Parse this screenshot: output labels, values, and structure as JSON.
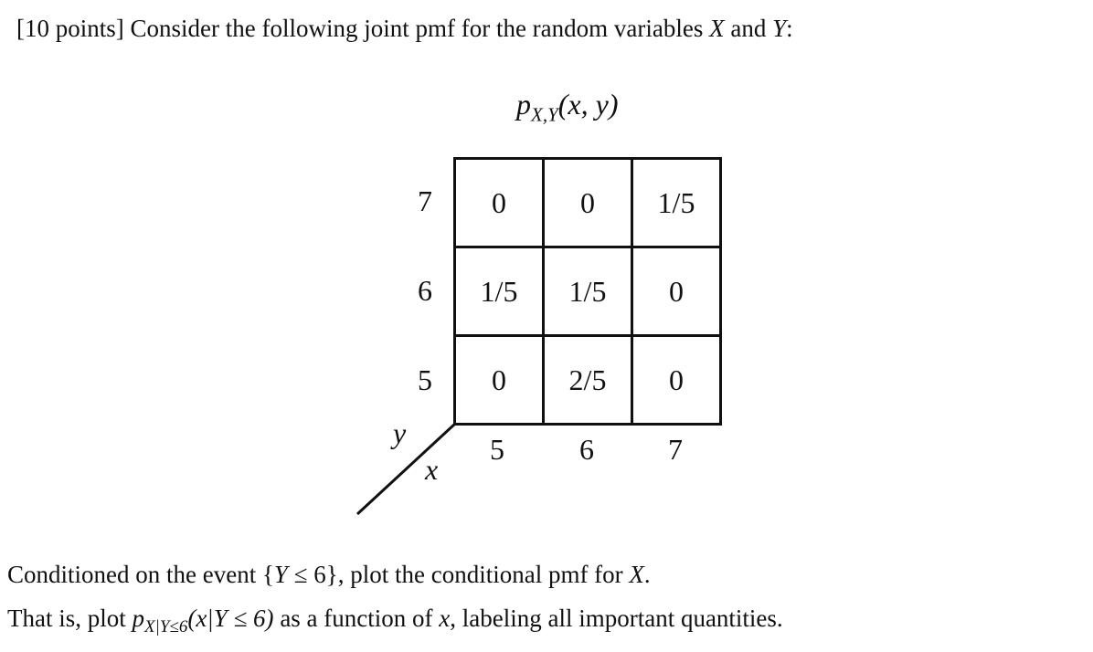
{
  "question": {
    "points": "[10 points]",
    "intro": "Consider the following joint pmf for the random variables",
    "var_x": "X",
    "and": "and",
    "var_y": "Y",
    "colon": ":"
  },
  "formula": {
    "p": "p",
    "sub": "X,Y",
    "args": "(x, y)"
  },
  "y_values": [
    "7",
    "6",
    "5"
  ],
  "x_values": [
    "5",
    "6",
    "7"
  ],
  "axis": {
    "y_name": "y",
    "x_name": "x"
  },
  "table": [
    [
      "0",
      "0",
      "1/5"
    ],
    [
      "1/5",
      "1/5",
      "0"
    ],
    [
      "0",
      "2/5",
      "0"
    ]
  ],
  "prompt": {
    "line1_a": "Conditioned on the event {",
    "line1_y": "Y",
    "line1_b": " ≤ 6}, plot the conditional pmf for ",
    "line1_x": "X",
    "line1_end": ".",
    "line2_a": "That is, plot ",
    "line2_p": "p",
    "line2_sub": "X|Y≤6",
    "line2_args": "(x|Y ≤ 6)",
    "line2_b": " as a function of ",
    "line2_x": "x",
    "line2_c": ", labeling all important quantities."
  }
}
